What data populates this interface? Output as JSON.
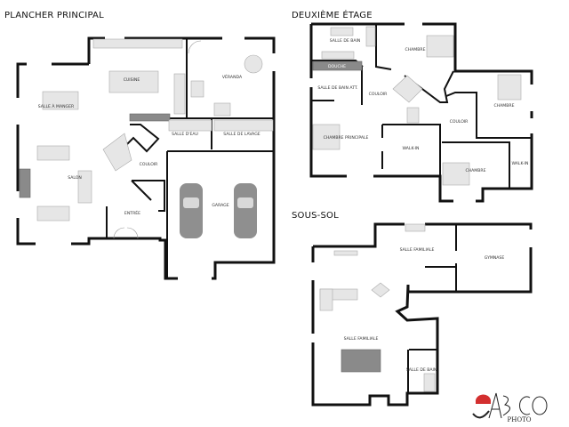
{
  "floors": {
    "main": {
      "title": "PLANCHER PRINCIPAL",
      "rooms": {
        "cuisine": "CUISINE",
        "veranda": "VÉRANDA",
        "salle_a_manger": "SALLE À MANGER",
        "salle_deau": "SALLE D'EAU",
        "salle_de_lavage": "SALLE DE LAVAGE",
        "couloir": "COULOIR",
        "salon": "SALON",
        "entree": "ENTRÉE",
        "garage": "GARAGE"
      }
    },
    "upper": {
      "title": "DEUXIÈME ÉTAGE",
      "rooms": {
        "salle_de_bain": "SALLE DE BAIN",
        "douche": "DOUCHE",
        "salle_de_bain_att": "SALLE DE BAIN ATT.",
        "chambre_1": "CHAMBRE",
        "chambre_2": "CHAMBRE",
        "chambre_3": "CHAMBRE",
        "couloir_1": "COULOIR",
        "couloir_2": "COULOIR",
        "chambre_principale": "CHAMBRE PRINCIPALE",
        "walk_in_1": "WALK-IN",
        "walk_in_2": "WALK-IN"
      }
    },
    "basement": {
      "title": "SOUS-SOL",
      "rooms": {
        "salle_familiale_1": "SALLE FAMILIALE",
        "gymnase": "GYMNASE",
        "salle_familiale_2": "SALLE FAMILIALE",
        "salle_de_bain": "SALLE DE BAIN"
      }
    }
  },
  "logo": {
    "brand": "ABCO",
    "sub": "PHOTO",
    "accent": "#d32f2f"
  }
}
